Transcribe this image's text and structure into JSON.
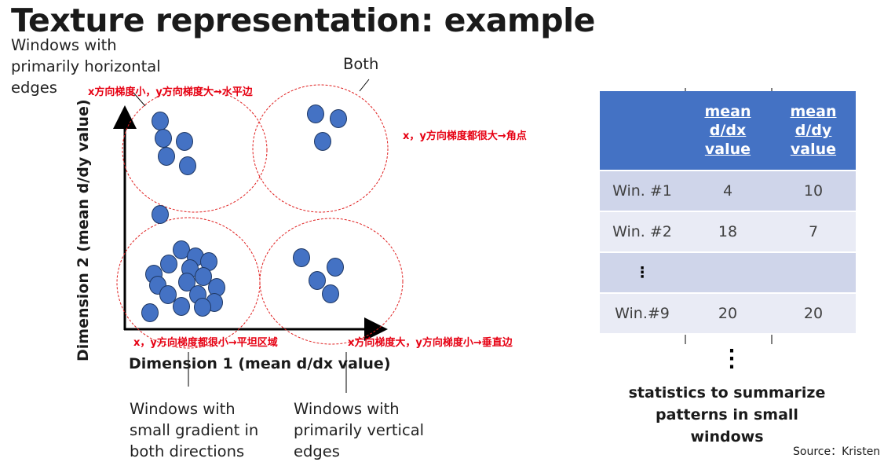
{
  "title": "Texture representation: example",
  "callouts": {
    "horizontal": [
      "Windows with",
      "primarily horizontal",
      "edges"
    ],
    "both": "Both",
    "small_gradient": [
      "Windows with",
      "small gradient in",
      "both directions"
    ],
    "vertical": [
      "Windows with",
      "primarily vertical",
      "edges"
    ]
  },
  "annotations_cn": {
    "top_left": "x方向梯度小，y方向梯度大→水平边",
    "top_right": "x，y方向梯度都很大→角点",
    "bottom_left": "x，y方向梯度都很小→平坦区域",
    "bottom_right": "x方向梯度大，y方向梯度小→垂直边"
  },
  "axes": {
    "x_label": "Dimension 1 (mean d/dx value)",
    "y_label": "Dimension 2 (mean d/dy value)"
  },
  "table": {
    "headers": [
      "",
      "mean\nd/dx\nvalue",
      "mean\nd/dy\nvalue"
    ],
    "rows": [
      {
        "label": "Win. #1",
        "dx": "4",
        "dy": "10"
      },
      {
        "label": "Win. #2",
        "dx": "18",
        "dy": "7"
      },
      {
        "label": "⋮",
        "dx": "",
        "dy": ""
      },
      {
        "label": "Win.#9",
        "dx": "20",
        "dy": "20"
      }
    ],
    "trailing_dots": "⋮"
  },
  "caption": [
    "statistics to summarize",
    "patterns in small",
    "windows"
  ],
  "source": "Source：Kristen",
  "colors": {
    "point_fill": "#4472c4",
    "point_border": "#1f3864",
    "annotation_red": "#e60012",
    "table_header": "#4472c4"
  }
}
